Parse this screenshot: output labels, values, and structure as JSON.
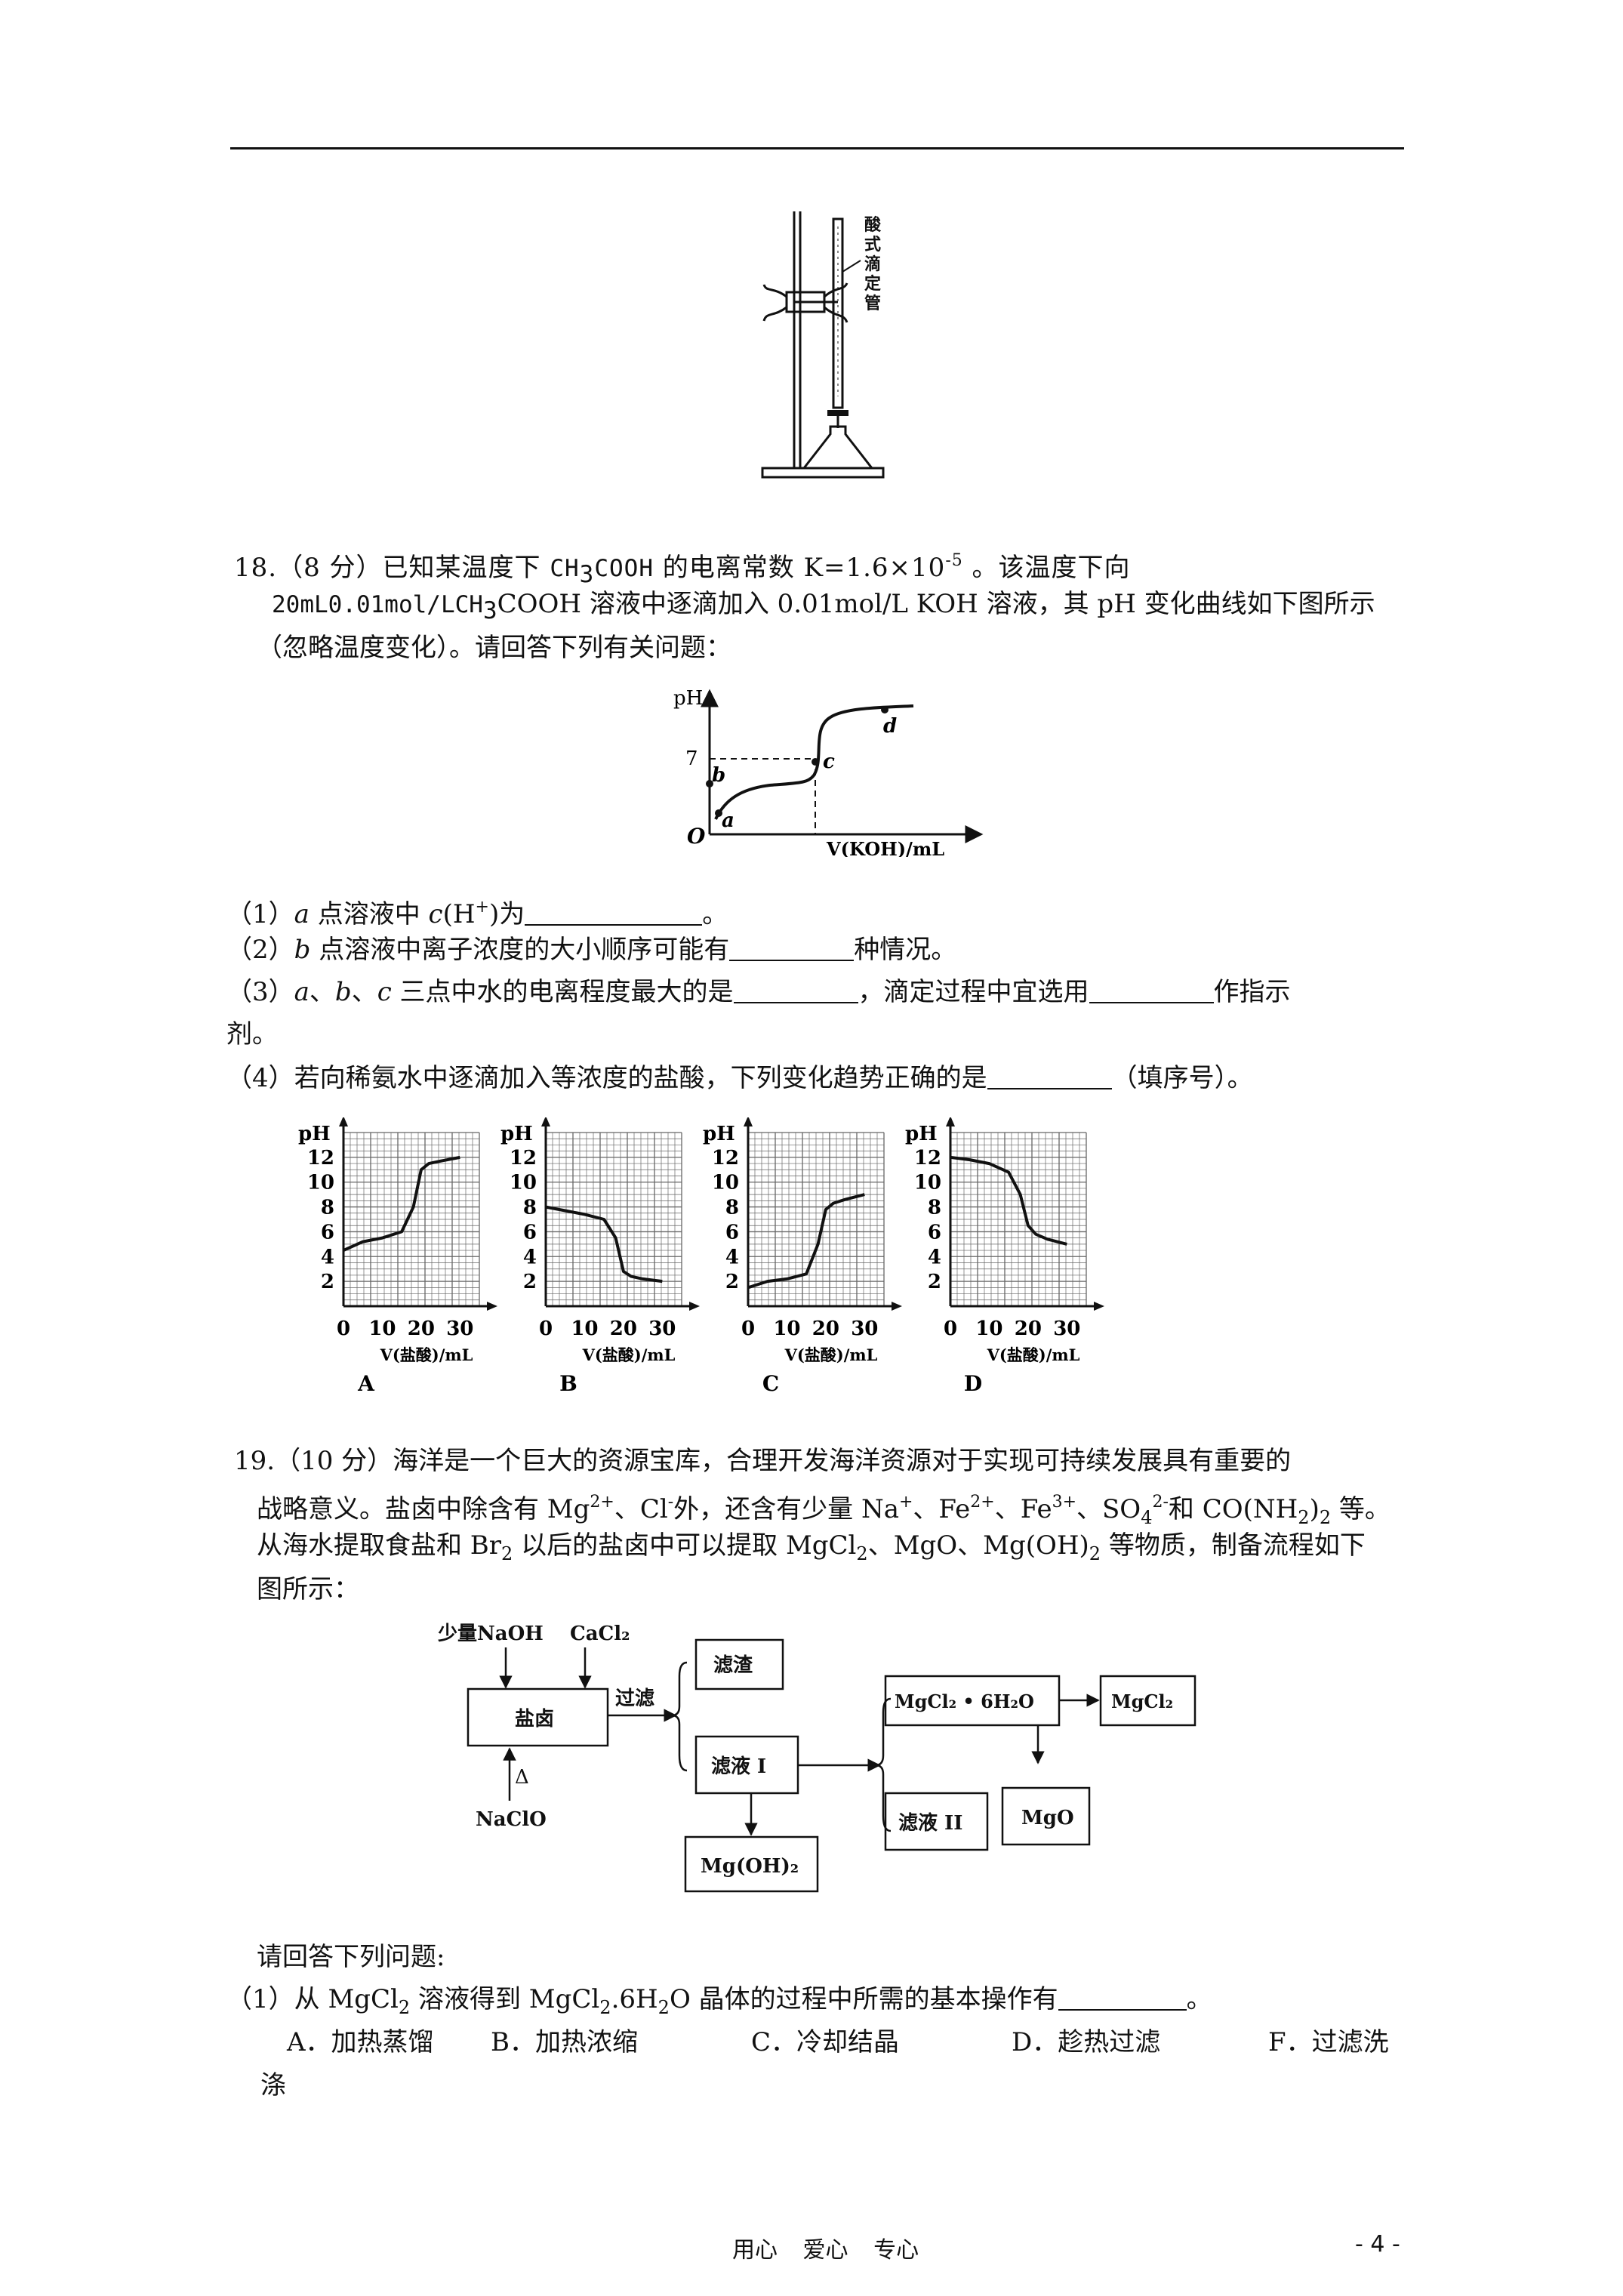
{
  "apparatus": {
    "label_chars": [
      "酸",
      "式",
      "滴",
      "定",
      "管"
    ]
  },
  "q18": {
    "l1a": "18.（8 分）已知某温度下 ",
    "l1b": "CH",
    "l1c": "3",
    "l1d": "COOH",
    "l1e": " 的电离常数 K=1.6×10",
    "l1f": "-5",
    "l1g": " 。该温度下向",
    "l2a": "20mL0.01mol/LCH",
    "l2b": "3",
    "l2c": "COOH 溶液中逐滴加入 0.01mol/L KOH 溶液，其 pH 变化曲线如下图所示",
    "l3": "（忽略温度变化）。请回答下列有关问题：",
    "fig": {
      "ylabel": "pH",
      "origin": "O",
      "tick7": "7",
      "xlabel": "V(KOH)/mL",
      "pa": "a",
      "pb": "b",
      "pc": "c",
      "pd": "d"
    },
    "s1a": "（1）",
    "s1b": "a",
    "s1c": " 点溶液中 ",
    "s1d": "c",
    "s1e": "(H",
    "s1f": "+",
    "s1g": ")为",
    "s1h": "。",
    "s2a": "（2）",
    "s2b": "b",
    "s2c": " 点溶液中离子浓度的大小顺序可能有",
    "s2d": "种情况。",
    "s3a": "（3）",
    "s3b": "a",
    "s3c": "、",
    "s3d": "b",
    "s3e": "、",
    "s3f": "c",
    "s3g": " 三点中水的电离程度最大的是",
    "s3h": "，滴定过程中宜选用",
    "s3i": "作指示",
    "s3j": "剂。",
    "s4a": "（4）若向稀氨水中逐滴加入等浓度的盐酸，下列变化趋势正确的是",
    "s4b": "（填序号）。"
  },
  "chart_data": [
    {
      "type": "line",
      "ylabel": "pH",
      "xlabel": "V(盐酸)/mL",
      "caption": "A",
      "x_ticks": [
        "0",
        "10",
        "20",
        "30"
      ],
      "y_ticks": [
        "2",
        "4",
        "6",
        "8",
        "10",
        "12"
      ],
      "xlim": [
        0,
        35
      ],
      "ylim": [
        0,
        14
      ],
      "grid": true,
      "x": [
        0,
        5,
        10,
        15,
        18,
        20,
        22,
        25,
        30
      ],
      "y": [
        4.5,
        5.2,
        5.5,
        6.0,
        8.0,
        11.0,
        11.5,
        11.7,
        12.0
      ]
    },
    {
      "type": "line",
      "ylabel": "pH",
      "xlabel": "V(盐酸)/mL",
      "caption": "B",
      "x_ticks": [
        "0",
        "10",
        "20",
        "30"
      ],
      "y_ticks": [
        "2",
        "4",
        "6",
        "8",
        "10",
        "12"
      ],
      "xlim": [
        0,
        35
      ],
      "ylim": [
        0,
        14
      ],
      "grid": true,
      "x": [
        0,
        5,
        10,
        15,
        18,
        20,
        22,
        25,
        30
      ],
      "y": [
        8.0,
        7.7,
        7.4,
        7.0,
        5.5,
        2.8,
        2.4,
        2.2,
        2.0
      ]
    },
    {
      "type": "line",
      "ylabel": "pH",
      "xlabel": "V(盐酸)/mL",
      "caption": "C",
      "x_ticks": [
        "0",
        "10",
        "20",
        "30"
      ],
      "y_ticks": [
        "2",
        "4",
        "6",
        "8",
        "10",
        "12"
      ],
      "xlim": [
        0,
        35
      ],
      "ylim": [
        0,
        14
      ],
      "grid": true,
      "x": [
        0,
        5,
        10,
        15,
        18,
        20,
        22,
        25,
        30
      ],
      "y": [
        1.5,
        2.0,
        2.2,
        2.6,
        5.0,
        7.8,
        8.3,
        8.6,
        9.0
      ]
    },
    {
      "type": "line",
      "ylabel": "pH",
      "xlabel": "V(盐酸)/mL",
      "caption": "D",
      "x_ticks": [
        "0",
        "10",
        "20",
        "30"
      ],
      "y_ticks": [
        "2",
        "4",
        "6",
        "8",
        "10",
        "12"
      ],
      "xlim": [
        0,
        35
      ],
      "ylim": [
        0,
        14
      ],
      "grid": true,
      "x": [
        0,
        5,
        10,
        15,
        18,
        20,
        22,
        25,
        30
      ],
      "y": [
        12.0,
        11.8,
        11.5,
        10.8,
        9.0,
        6.5,
        5.8,
        5.4,
        5.0
      ]
    }
  ],
  "q19": {
    "l1": "19.（10 分）海洋是一个巨大的资源宝库，合理开发海洋资源对于实现可持续发展具有重要的",
    "l2a": "战略意义。盐卤中除含有 Mg",
    "l2b": "2+",
    "l2c": "、Cl",
    "l2d": "-",
    "l2e": "外，还含有少量 Na",
    "l2f": "+",
    "l2g": "、Fe",
    "l2h": "2+",
    "l2i": "、Fe",
    "l2j": "3+",
    "l2k": "、SO",
    "l2l": "4",
    "l2m": "2-",
    "l2n": "和 CO(NH",
    "l2o": "2",
    "l2p": ")",
    "l2q": "2",
    "l2r": " 等。",
    "l3a": "从海水提取食盐和 Br",
    "l3b": "2",
    "l3c": " 以后的盐卤中可以提取 MgCl",
    "l3d": "2",
    "l3e": "、MgO、Mg(OH)",
    "l3f": "2",
    "l3g": " 等物质，制备流程如下",
    "l4": "图所示：",
    "flow": {
      "naoh": "少量NaOH",
      "cacl2": "CaCl₂",
      "brine": "盐卤",
      "filter": "过滤",
      "residue": "滤渣",
      "filtrate1": "滤液 I",
      "delta": "Δ",
      "naclo": "NaClO",
      "mgoh2": "Mg(OH)₂",
      "mgcl2_6h2o": "MgCl₂ • 6H₂O",
      "mgcl2": "MgCl₂",
      "filtrate2": "滤液 II",
      "mgo": "MgO"
    },
    "ask": "请回答下列问题:",
    "s1a": "（1）从 MgCl",
    "s1b": "2",
    "s1c": " 溶液得到 MgCl",
    "s1d": "2",
    "s1e": ".6H",
    "s1f": "2",
    "s1g": "O 晶体的过程中所需的基本操作有",
    "s1h": "。",
    "optA": "A．加热蒸馏",
    "optB": "B．加热浓缩",
    "optC": "C．冷却结晶",
    "optD": "D．趁热过滤",
    "optF": "F．过滤洗",
    "optF2": "涤"
  },
  "footer": {
    "center": "用心 爱心 专心",
    "page": "- 4 -"
  }
}
